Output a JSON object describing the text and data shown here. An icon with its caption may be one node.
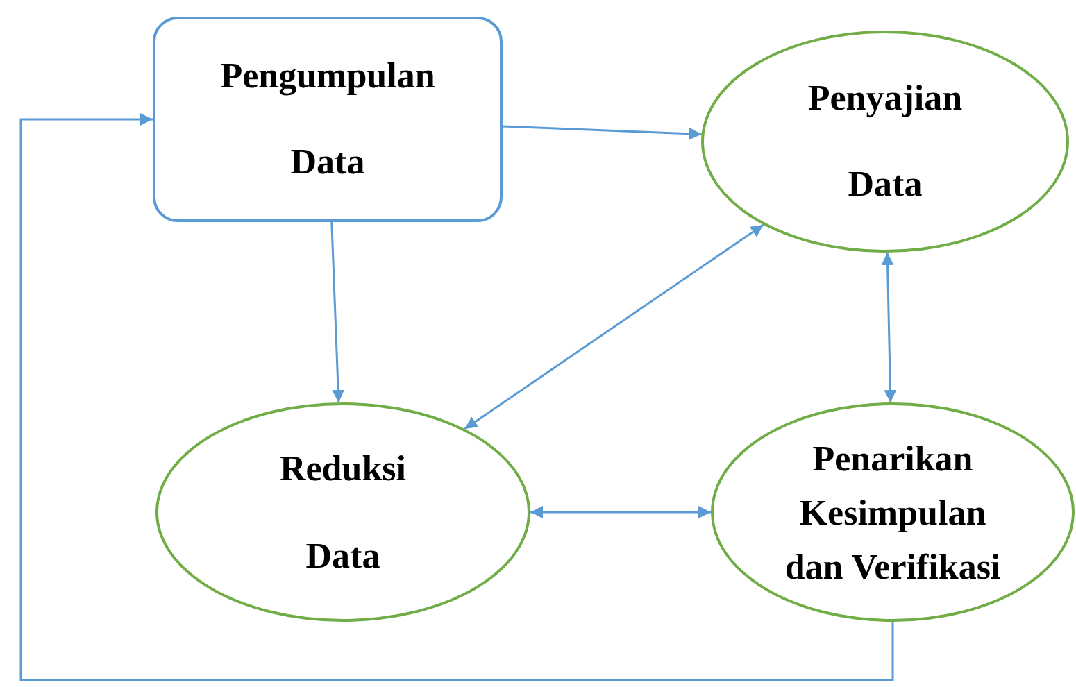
{
  "diagram": {
    "nodes": [
      {
        "text": [
          "Pengumpulan Data"
        ]
      },
      {
        "text": [
          "Penyajian Data"
        ]
      },
      {
        "text": [
          "Reduksi Data"
        ]
      },
      {
        "text": [
          "Penarikan Kesimpulan dan Verifikasi"
        ]
      }
    ],
    "edges": [
      {
        "from": 0,
        "to": 1,
        "arrow": "to"
      },
      {
        "from": 0,
        "to": 2,
        "arrow": "to"
      },
      {
        "from": 1,
        "to": 2,
        "arrow": "both"
      },
      {
        "from": 1,
        "to": 3,
        "arrow": "both"
      },
      {
        "from": 2,
        "to": 3,
        "arrow": "both"
      },
      {
        "from": 3,
        "to": 0,
        "arrow": "to"
      }
    ]
  }
}
